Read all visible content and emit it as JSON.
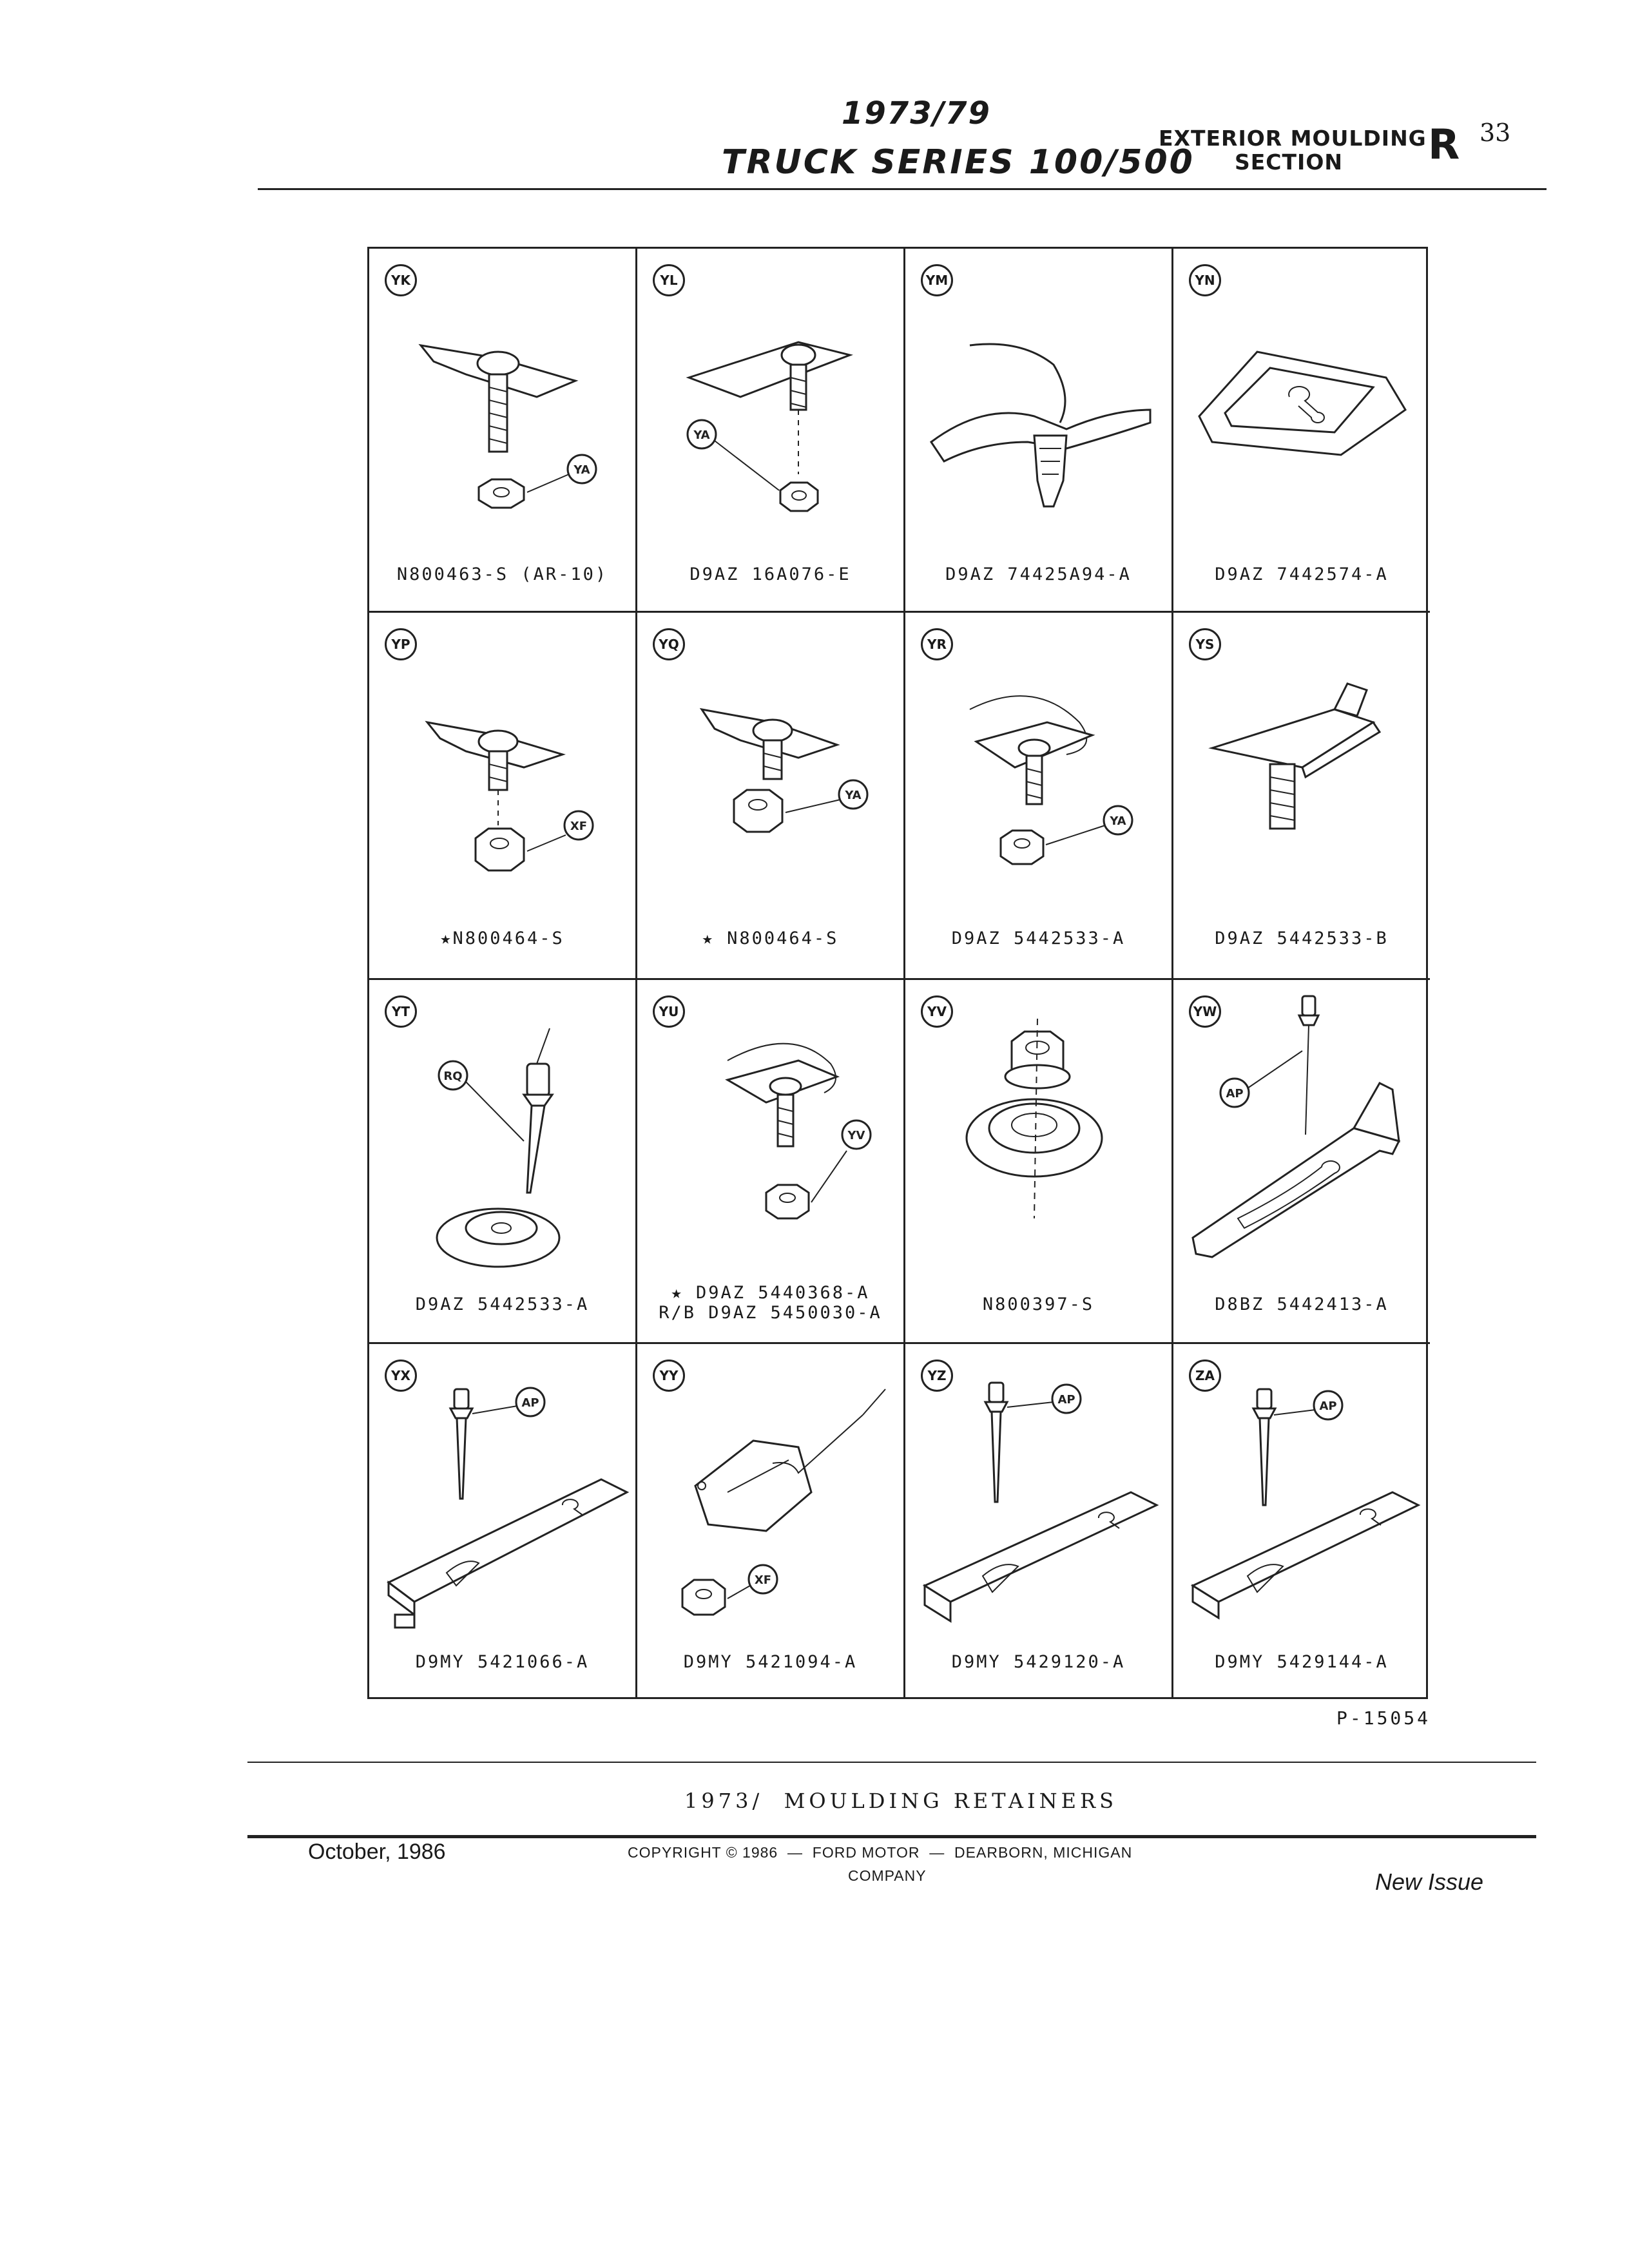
{
  "header": {
    "year_range": "1973/79",
    "series": "TRUCK SERIES 100/500",
    "section_line1": "EXTERIOR MOULDING",
    "section_line2": "SECTION",
    "section_letter": "R",
    "page_number": "33"
  },
  "parts": [
    {
      "code": "YK",
      "part_no": "N800463-S (AR-10)",
      "callouts": [
        "YA"
      ]
    },
    {
      "code": "YL",
      "part_no": "D9AZ 16A076-E",
      "callouts": [
        "YA"
      ]
    },
    {
      "code": "YM",
      "part_no": "D9AZ 74425A94-A",
      "callouts": []
    },
    {
      "code": "YN",
      "part_no": "D9AZ 7442574-A",
      "callouts": []
    },
    {
      "code": "YP",
      "part_no": "★N800464-S",
      "callouts": [
        "XF"
      ]
    },
    {
      "code": "YQ",
      "part_no": "★ N800464-S",
      "callouts": [
        "YA"
      ]
    },
    {
      "code": "YR",
      "part_no": "D9AZ 5442533-A",
      "callouts": [
        "YA"
      ]
    },
    {
      "code": "YS",
      "part_no": "D9AZ 5442533-B",
      "callouts": []
    },
    {
      "code": "YT",
      "part_no": "D9AZ 5442533-A",
      "callouts": [
        "RQ"
      ]
    },
    {
      "code": "YU",
      "part_no": "★ D9AZ 5440368-A\nR/B D9AZ 5450030-A",
      "callouts": [
        "YV"
      ]
    },
    {
      "code": "YV",
      "part_no": "N800397-S",
      "callouts": []
    },
    {
      "code": "YW",
      "part_no": "D8BZ 5442413-A",
      "callouts": [
        "AP"
      ]
    },
    {
      "code": "YX",
      "part_no": "D9MY 5421066-A",
      "callouts": [
        "AP"
      ]
    },
    {
      "code": "YY",
      "part_no": "D9MY 5421094-A",
      "callouts": [
        "XF"
      ]
    },
    {
      "code": "YZ",
      "part_no": "D9MY 5429120-A",
      "callouts": [
        "AP"
      ]
    },
    {
      "code": "ZA",
      "part_no": "D9MY 5429144-A",
      "callouts": [
        "AP"
      ]
    }
  ],
  "figure_number": "P-15054",
  "footer": {
    "title": "1973/  MOULDING RETAINERS",
    "date": "October, 1986",
    "copyright_line1": "COPYRIGHT © 1986  —  FORD MOTOR  —  DEARBORN, MICHIGAN",
    "copyright_line2": "COMPANY",
    "issue": "New Issue"
  }
}
